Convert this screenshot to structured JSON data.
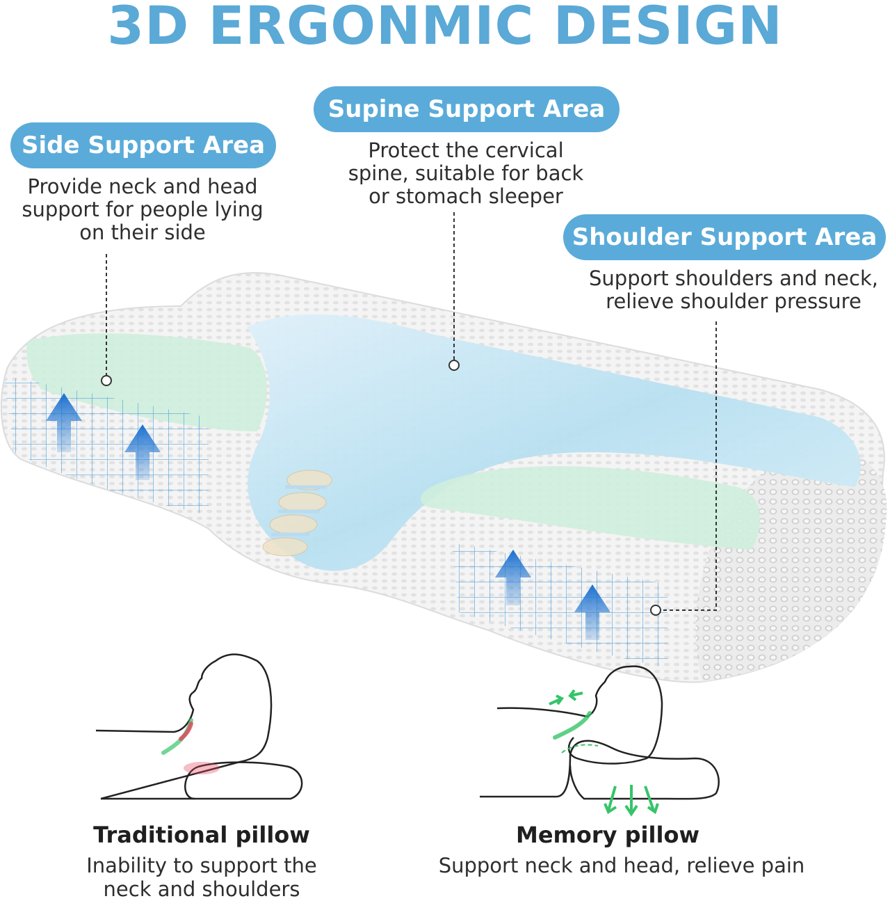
{
  "title": "3D ERGONMIC DESIGN",
  "areas": {
    "side": {
      "label": "Side Support Area",
      "lines": [
        "Provide neck and head",
        "support for people lying",
        "on their side"
      ]
    },
    "supine": {
      "label": "Supine Support Area",
      "lines": [
        "Protect the cervical",
        "spine, suitable for back",
        "or stomach sleeper"
      ]
    },
    "shoulder": {
      "label": "Shoulder Support Area",
      "lines": [
        "Support shoulders and neck,",
        "relieve shoulder pressure"
      ]
    }
  },
  "comparison": {
    "traditional": {
      "title": "Traditional pillow",
      "lines": [
        "Inability to support the",
        "neck and shoulders"
      ]
    },
    "memory": {
      "title": "Memory pillow",
      "lines": [
        "Support neck and head, relieve pain"
      ]
    }
  },
  "colors": {
    "accent": "#5aabd9",
    "title": "#5aa9d6",
    "support_zone": "#cdeed9",
    "gel_zone": "#bfe3f2",
    "arrow": "#1f78d1",
    "pressure": "#e2425a",
    "relief": "#36c46a"
  },
  "icons": [
    "up-arrow-icon",
    "spine-icon",
    "head-silhouette-icon"
  ]
}
